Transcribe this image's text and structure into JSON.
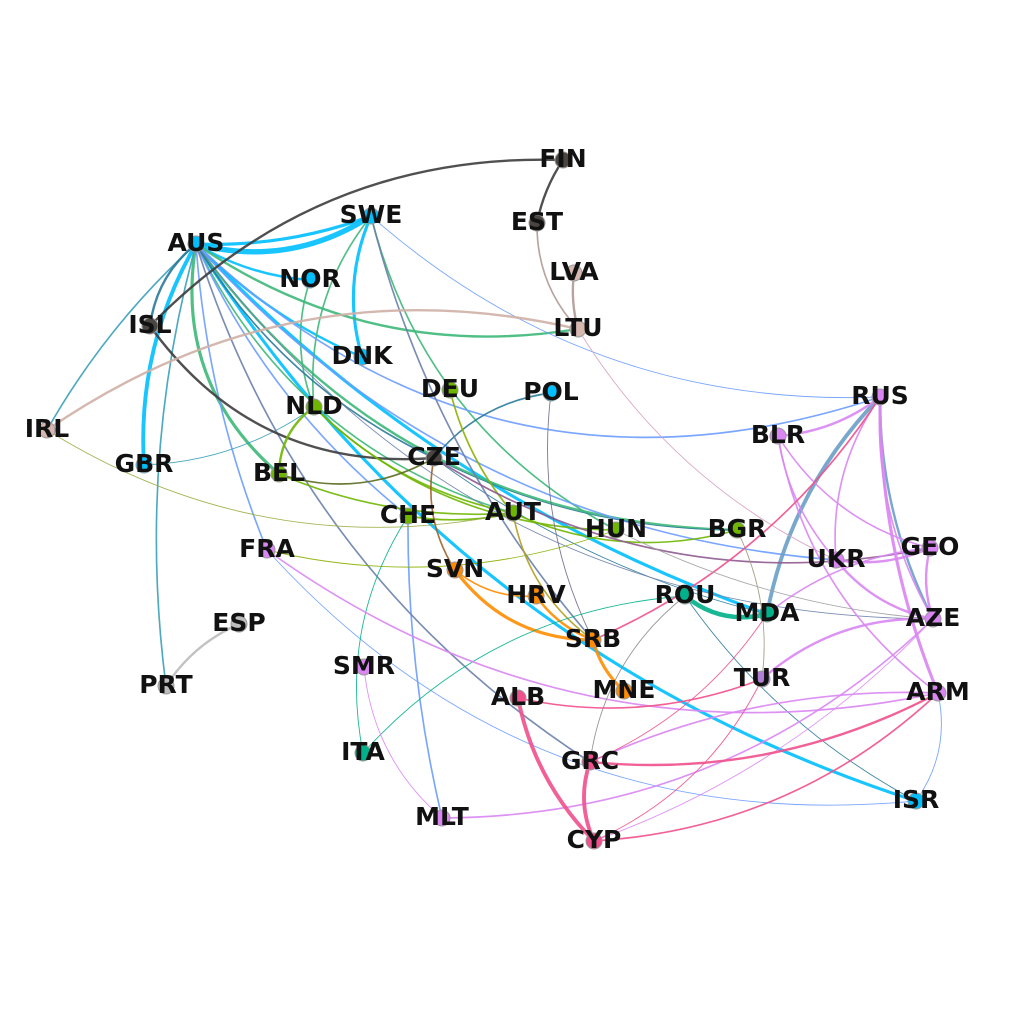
{
  "diagram": {
    "type": "network-graph",
    "nodes": [
      {
        "id": "FIN",
        "label": "FIN",
        "color": "#4a4541"
      },
      {
        "id": "EST",
        "label": "EST",
        "color": "#4a4541"
      },
      {
        "id": "SWE",
        "label": "SWE",
        "color": "#00bfff"
      },
      {
        "id": "AUS",
        "label": "AUS",
        "color": "#00bfff"
      },
      {
        "id": "NOR",
        "label": "NOR",
        "color": "#00bfff"
      },
      {
        "id": "LVA",
        "label": "LVA",
        "color": "#d6b8b0"
      },
      {
        "id": "ISL",
        "label": "ISL",
        "color": "#4a4541"
      },
      {
        "id": "LTU",
        "label": "LTU",
        "color": "#d6b8b0"
      },
      {
        "id": "DNK",
        "label": "DNK",
        "color": "#00bfff"
      },
      {
        "id": "DEU",
        "label": "DEU",
        "color": "#6fb600"
      },
      {
        "id": "POL",
        "label": "POL",
        "color": "#00bfff"
      },
      {
        "id": "RUS",
        "label": "RUS",
        "color": "#d986f2"
      },
      {
        "id": "NLD",
        "label": "NLD",
        "color": "#6fb600"
      },
      {
        "id": "IRL",
        "label": "IRL",
        "color": "#d6b8b0"
      },
      {
        "id": "BLR",
        "label": "BLR",
        "color": "#d986f2"
      },
      {
        "id": "CZE",
        "label": "CZE",
        "color": "#4a4541"
      },
      {
        "id": "GBR",
        "label": "GBR",
        "color": "#00bfff"
      },
      {
        "id": "BEL",
        "label": "BEL",
        "color": "#6fb600"
      },
      {
        "id": "AUT",
        "label": "AUT",
        "color": "#6fb600"
      },
      {
        "id": "CHE",
        "label": "CHE",
        "color": "#6fb600"
      },
      {
        "id": "HUN",
        "label": "HUN",
        "color": "#6fb600"
      },
      {
        "id": "BGR",
        "label": "BGR",
        "color": "#6fb600"
      },
      {
        "id": "GEO",
        "label": "GEO",
        "color": "#d986f2"
      },
      {
        "id": "FRA",
        "label": "FRA",
        "color": "#d986f2"
      },
      {
        "id": "UKR",
        "label": "UKR",
        "color": "#d986f2"
      },
      {
        "id": "SVN",
        "label": "SVN",
        "color": "#ff8c00"
      },
      {
        "id": "HRV",
        "label": "HRV",
        "color": "#ff8c00"
      },
      {
        "id": "ROU",
        "label": "ROU",
        "color": "#00b08a"
      },
      {
        "id": "MDA",
        "label": "MDA",
        "color": "#00b08a"
      },
      {
        "id": "AZE",
        "label": "AZE",
        "color": "#d986f2"
      },
      {
        "id": "ESP",
        "label": "ESP",
        "color": "#bdbdbd"
      },
      {
        "id": "SRB",
        "label": "SRB",
        "color": "#ff8c00"
      },
      {
        "id": "SMR",
        "label": "SMR",
        "color": "#d986f2"
      },
      {
        "id": "TUR",
        "label": "TUR",
        "color": "#b07fd6"
      },
      {
        "id": "PRT",
        "label": "PRT",
        "color": "#bdbdbd"
      },
      {
        "id": "MNE",
        "label": "MNE",
        "color": "#ff8c00"
      },
      {
        "id": "ARM",
        "label": "ARM",
        "color": "#d986f2"
      },
      {
        "id": "ALB",
        "label": "ALB",
        "color": "#f0508c"
      },
      {
        "id": "ITA",
        "label": "ITA",
        "color": "#00b08a"
      },
      {
        "id": "GRC",
        "label": "GRC",
        "color": "#f0508c"
      },
      {
        "id": "ISR",
        "label": "ISR",
        "color": "#00bfff"
      },
      {
        "id": "MLT",
        "label": "MLT",
        "color": "#d986f2"
      },
      {
        "id": "CYP",
        "label": "CYP",
        "color": "#f0508c"
      }
    ],
    "edges": [
      {
        "source": "AUS",
        "target": "SWE",
        "color": "#00bfff",
        "weight": 7
      },
      {
        "source": "AUS",
        "target": "SWE",
        "color": "#00bfff",
        "weight": 4
      },
      {
        "source": "AUS",
        "target": "GBR",
        "color": "#00bfff",
        "weight": 5
      },
      {
        "source": "AUS",
        "target": "MDA",
        "color": "#00bfff",
        "weight": 4
      },
      {
        "source": "AUS",
        "target": "ISR",
        "color": "#00bfff",
        "weight": 4
      },
      {
        "source": "AUS",
        "target": "DNK",
        "color": "#00bfff",
        "weight": 3
      },
      {
        "source": "SWE",
        "target": "DNK",
        "color": "#00bfff",
        "weight": 4
      },
      {
        "source": "AUS",
        "target": "NOR",
        "color": "#00bfff",
        "weight": 3
      },
      {
        "source": "AUS",
        "target": "LTU",
        "color": "#3cb878",
        "weight": 3
      },
      {
        "source": "AUS",
        "target": "BGR",
        "color": "#3cb878",
        "weight": 3
      },
      {
        "source": "AUS",
        "target": "BEL",
        "color": "#3cb878",
        "weight": 4
      },
      {
        "source": "AUS",
        "target": "AUT",
        "color": "#3cb878",
        "weight": 2
      },
      {
        "source": "SWE",
        "target": "NLD",
        "color": "#3cb878",
        "weight": 2
      },
      {
        "source": "SWE",
        "target": "HUN",
        "color": "#3cb878",
        "weight": 2
      },
      {
        "source": "NOR",
        "target": "NLD",
        "color": "#3cb878",
        "weight": 2
      },
      {
        "source": "AUS",
        "target": "RUS",
        "color": "#6b9cff",
        "weight": 2
      },
      {
        "source": "AUS",
        "target": "CHE",
        "color": "#6b9cff",
        "weight": 2
      },
      {
        "source": "AUS",
        "target": "FRA",
        "color": "#6b9cff",
        "weight": 2
      },
      {
        "source": "AUS",
        "target": "UKR",
        "color": "#6b9cff",
        "weight": 2
      },
      {
        "source": "SWE",
        "target": "RUS",
        "color": "#6b9cff",
        "weight": 1
      },
      {
        "source": "CHE",
        "target": "MLT",
        "color": "#6b9cff",
        "weight": 2
      },
      {
        "source": "FRA",
        "target": "ISR",
        "color": "#6b9cff",
        "weight": 1
      },
      {
        "source": "ISR",
        "target": "ARM",
        "color": "#6b9cff",
        "weight": 1
      },
      {
        "source": "AUS",
        "target": "IRL",
        "color": "#3aa0b8",
        "weight": 2
      },
      {
        "source": "AUS",
        "target": "PRT",
        "color": "#3aa0b8",
        "weight": 2
      },
      {
        "source": "AUS",
        "target": "CZE",
        "color": "#2a7a9a",
        "weight": 2
      },
      {
        "source": "AUS",
        "target": "ISL",
        "color": "#2a7a9a",
        "weight": 3
      },
      {
        "source": "GBR",
        "target": "NLD",
        "color": "#3aa0b8",
        "weight": 1
      },
      {
        "source": "POL",
        "target": "CZE",
        "color": "#2a7a9a",
        "weight": 2
      },
      {
        "source": "CZE",
        "target": "BGR",
        "color": "#2a7a9a",
        "weight": 1
      },
      {
        "source": "CZE",
        "target": "MDA",
        "color": "#2a7a9a",
        "weight": 1
      },
      {
        "source": "ROU",
        "target": "ISR",
        "color": "#2a7a9a",
        "weight": 1
      },
      {
        "source": "AUS",
        "target": "GRC",
        "color": "#6a7faa",
        "weight": 2
      },
      {
        "source": "SWE",
        "target": "SRB",
        "color": "#6a7faa",
        "weight": 2
      },
      {
        "source": "AUS",
        "target": "AZE",
        "color": "#6a7faa",
        "weight": 1
      },
      {
        "source": "RUS",
        "target": "MDA",
        "color": "#6a9ec8",
        "weight": 5
      },
      {
        "source": "RUS",
        "target": "AZE",
        "color": "#6a9ec8",
        "weight": 3
      },
      {
        "source": "FIN",
        "target": "ISL",
        "color": "#3d3d3d",
        "weight": 3
      },
      {
        "source": "FIN",
        "target": "EST",
        "color": "#3d3d3d",
        "weight": 3
      },
      {
        "source": "ISL",
        "target": "CZE",
        "color": "#3d3d3d",
        "weight": 3
      },
      {
        "source": "EST",
        "target": "LTU",
        "color": "#b09a92",
        "weight": 2
      },
      {
        "source": "LVA",
        "target": "LTU",
        "color": "#b09a92",
        "weight": 3
      },
      {
        "source": "LTU",
        "target": "IRL",
        "color": "#cfb0a6",
        "weight": 3
      },
      {
        "source": "LTU",
        "target": "UKR",
        "color": "#d6a0c0",
        "weight": 1
      },
      {
        "source": "NLD",
        "target": "BEL",
        "color": "#6fb600",
        "weight": 3
      },
      {
        "source": "NLD",
        "target": "AUT",
        "color": "#6fb600",
        "weight": 2
      },
      {
        "source": "NLD",
        "target": "HUN",
        "color": "#6fb600",
        "weight": 2
      },
      {
        "source": "DEU",
        "target": "AUT",
        "color": "#8ab000",
        "weight": 2
      },
      {
        "source": "BEL",
        "target": "AUT",
        "color": "#6fb600",
        "weight": 2
      },
      {
        "source": "CHE",
        "target": "AUT",
        "color": "#6fb600",
        "weight": 2
      },
      {
        "source": "FRA",
        "target": "HUN",
        "color": "#8ab000",
        "weight": 1
      },
      {
        "source": "AUT",
        "target": "BGR",
        "color": "#6fb600",
        "weight": 2
      },
      {
        "source": "IRL",
        "target": "AUT",
        "color": "#9aab40",
        "weight": 1
      },
      {
        "source": "AUT",
        "target": "SRB",
        "color": "#b0a020",
        "weight": 2
      },
      {
        "source": "BEL",
        "target": "CZE",
        "color": "#5a6b20",
        "weight": 2
      },
      {
        "source": "CZE",
        "target": "SVN",
        "color": "#a0602a",
        "weight": 2
      },
      {
        "source": "CZE",
        "target": "GEO",
        "color": "#8e5a90",
        "weight": 2
      },
      {
        "source": "SVN",
        "target": "SRB",
        "color": "#ff8c00",
        "weight": 4
      },
      {
        "source": "SVN",
        "target": "HRV",
        "color": "#ff8c00",
        "weight": 2
      },
      {
        "source": "HRV",
        "target": "SRB",
        "color": "#ff8c00",
        "weight": 3
      },
      {
        "source": "SRB",
        "target": "MNE",
        "color": "#ff8c00",
        "weight": 4
      },
      {
        "source": "ROU",
        "target": "MDA",
        "color": "#00b08a",
        "weight": 6
      },
      {
        "source": "ROU",
        "target": "ITA",
        "color": "#00b08a",
        "weight": 1
      },
      {
        "source": "CHE",
        "target": "ITA",
        "color": "#00b08a",
        "weight": 1
      },
      {
        "source": "BLR",
        "target": "RUS",
        "color": "#d986f2",
        "weight": 3
      },
      {
        "source": "BLR",
        "target": "UKR",
        "color": "#d986f2",
        "weight": 2
      },
      {
        "source": "BLR",
        "target": "GEO",
        "color": "#d986f2",
        "weight": 2
      },
      {
        "source": "BLR",
        "target": "ARM",
        "color": "#d986f2",
        "weight": 2
      },
      {
        "source": "RUS",
        "target": "ARM",
        "color": "#d986f2",
        "weight": 4
      },
      {
        "source": "RUS",
        "target": "AZE",
        "color": "#d986f2",
        "weight": 2
      },
      {
        "source": "RUS",
        "target": "UKR",
        "color": "#d986f2",
        "weight": 2
      },
      {
        "source": "UKR",
        "target": "GEO",
        "color": "#d986f2",
        "weight": 3
      },
      {
        "source": "UKR",
        "target": "AZE",
        "color": "#d986f2",
        "weight": 3
      },
      {
        "source": "GEO",
        "target": "AZE",
        "color": "#d986f2",
        "weight": 3
      },
      {
        "source": "GEO",
        "target": "MDA",
        "color": "#d986f2",
        "weight": 2
      },
      {
        "source": "AZE",
        "target": "TUR",
        "color": "#d986f2",
        "weight": 3
      },
      {
        "source": "ARM",
        "target": "GRC",
        "color": "#d986f2",
        "weight": 2
      },
      {
        "source": "FRA",
        "target": "ARM",
        "color": "#d986f2",
        "weight": 2
      },
      {
        "source": "SMR",
        "target": "MLT",
        "color": "#d986f2",
        "weight": 1
      },
      {
        "source": "MLT",
        "target": "AZE",
        "color": "#d986f2",
        "weight": 2
      },
      {
        "source": "CYP",
        "target": "AZE",
        "color": "#d986f2",
        "weight": 1
      },
      {
        "source": "ALB",
        "target": "CYP",
        "color": "#f0508c",
        "weight": 5
      },
      {
        "source": "GRC",
        "target": "CYP",
        "color": "#f0508c",
        "weight": 5
      },
      {
        "source": "CYP",
        "target": "ARM",
        "color": "#f0508c",
        "weight": 2
      },
      {
        "source": "ALB",
        "target": "TUR",
        "color": "#f0508c",
        "weight": 2
      },
      {
        "source": "GRC",
        "target": "ARM",
        "color": "#f0508c",
        "weight": 3
      },
      {
        "source": "SRB",
        "target": "RUS",
        "color": "#f0508c",
        "weight": 2
      },
      {
        "source": "CYP",
        "target": "TUR",
        "color": "#f0508c",
        "weight": 1
      },
      {
        "source": "GRC",
        "target": "MDA",
        "color": "#f0508c",
        "weight": 1
      },
      {
        "source": "TUR",
        "target": "BGR",
        "color": "#a0987a",
        "weight": 1
      },
      {
        "source": "ROU",
        "target": "GRC",
        "color": "#8c8c8c",
        "weight": 1
      },
      {
        "source": "HUN",
        "target": "AZE",
        "color": "#a0a0a0",
        "weight": 1
      },
      {
        "source": "ESP",
        "target": "PRT",
        "color": "#bbbbbb",
        "weight": 3
      },
      {
        "source": "POL",
        "target": "SRB",
        "color": "#6a6a8a",
        "weight": 1
      }
    ]
  }
}
